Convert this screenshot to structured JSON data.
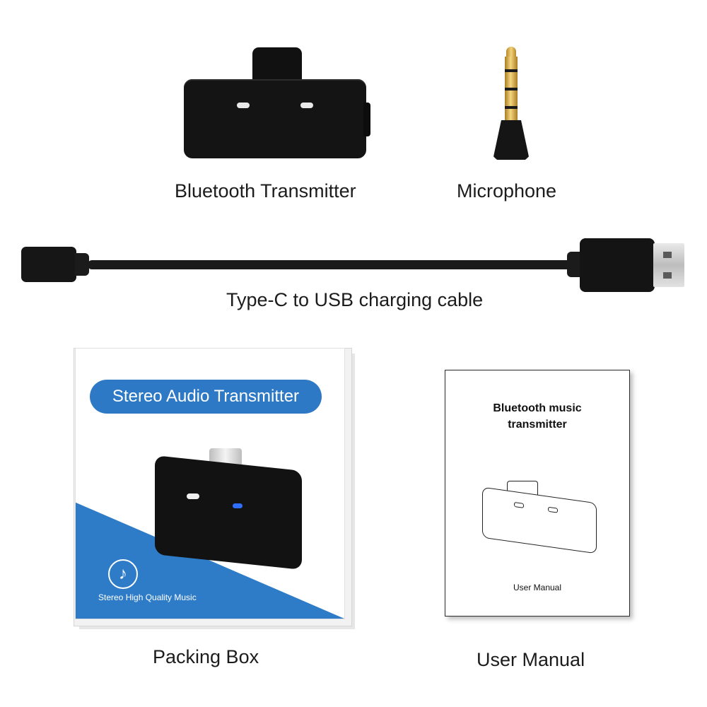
{
  "captions": {
    "transmitter": "Bluetooth Transmitter",
    "microphone": "Microphone",
    "cable": "Type-C to USB charging cable",
    "packing_box": "Packing Box",
    "user_manual": "User Manual"
  },
  "box": {
    "title": "Stereo Audio Transmitter",
    "subtitle": "Stereo High Quality Music",
    "note_icon": "music-note-icon"
  },
  "manual": {
    "title_line1": "Bluetooth music",
    "title_line2": "transmitter",
    "footer": "User Manual"
  },
  "colors": {
    "box_blue": "#2e7cc8",
    "led_blue": "#2f6fff",
    "plug_gold": "#f3d27a"
  }
}
